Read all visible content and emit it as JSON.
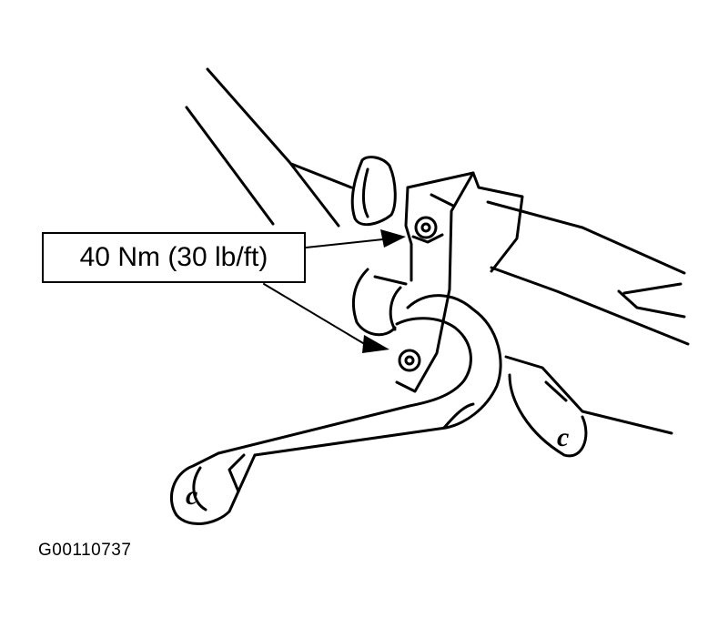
{
  "callout": {
    "torque_label": "40 Nm (30 lb/ft)"
  },
  "figure": {
    "id": "G00110737"
  },
  "illustration": {
    "subject": "stabilizer-bar-bracket-and-bushing",
    "link_marker": "c",
    "line_color": "#000000",
    "background": "#ffffff"
  }
}
